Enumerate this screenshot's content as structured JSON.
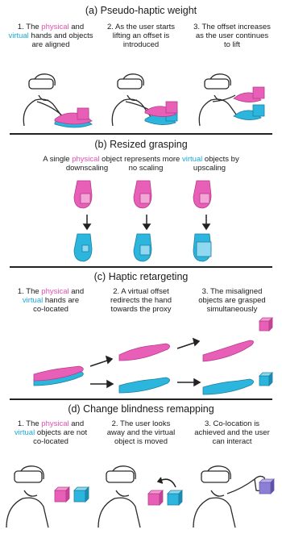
{
  "colors": {
    "physical": "#e85fb8",
    "virtual": "#2cb6dd",
    "line": "#2a2a2a"
  },
  "section_a": {
    "title": "(a) Pseudo-haptic weight",
    "steps": [
      {
        "pre": "1. The ",
        "physical": "physical",
        "mid": " and",
        "virtual": "virtual",
        "post": " hands and objects are aligned"
      },
      {
        "text1": "2. As the user starts",
        "text2": "lifting an offset is",
        "text3": "introduced"
      },
      {
        "text1": "3. The offset increases",
        "text2": "as the user continues",
        "text3": "to lift"
      }
    ]
  },
  "section_b": {
    "title": "(b) Resized grasping",
    "intro_pre": "A single ",
    "intro_physical": "physical",
    "intro_mid": " object represents more ",
    "intro_virtual": "virtual",
    "intro_post": " objects by",
    "labels": [
      "downscaling",
      "no scaling",
      "upscaling"
    ]
  },
  "section_c": {
    "title": "(c) Haptic retargeting",
    "steps": [
      {
        "pre": "1. The ",
        "physical": "physical",
        "mid": " and",
        "virtual": "virtual",
        "post": " hands are",
        "post2": "co-located"
      },
      {
        "text1": "2. A virtual offset",
        "text2": "redirects the hand",
        "text3": "towards the proxy"
      },
      {
        "text1": "3. The misaligned",
        "text2": "objects are grasped",
        "text3": "simultaneously"
      }
    ]
  },
  "section_d": {
    "title": "(d) Change blindness remapping",
    "steps": [
      {
        "pre": "1. The ",
        "physical": "physical",
        "mid": " and",
        "virtual": "virtual",
        "post": " objects are not",
        "post2": "co-located"
      },
      {
        "text1": "2. The user looks",
        "text2": "away and the virtual",
        "text3": "object is moved"
      },
      {
        "text1": "3. Co-location is",
        "text2": "achieved and the user",
        "text3": "can interact"
      }
    ]
  }
}
